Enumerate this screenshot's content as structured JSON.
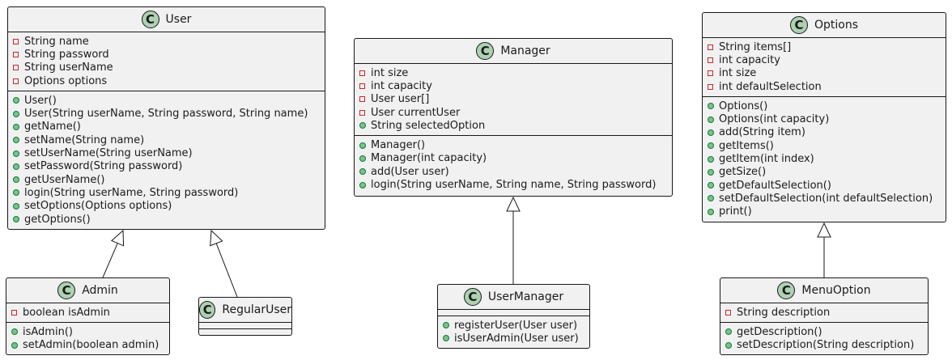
{
  "diagram": {
    "classes": [
      {
        "id": "user",
        "name": "User",
        "fields": [
          {
            "vis": "private",
            "text": "String name"
          },
          {
            "vis": "private",
            "text": "String password"
          },
          {
            "vis": "private",
            "text": "String userName"
          },
          {
            "vis": "private",
            "text": "Options options"
          }
        ],
        "methods": [
          {
            "vis": "public",
            "text": "User()"
          },
          {
            "vis": "public",
            "text": "User(String userName, String password, String name)"
          },
          {
            "vis": "public",
            "text": "getName()"
          },
          {
            "vis": "public",
            "text": "setName(String name)"
          },
          {
            "vis": "public",
            "text": "setUserName(String userName)"
          },
          {
            "vis": "public",
            "text": "setPassword(String password)"
          },
          {
            "vis": "public",
            "text": "getUserName()"
          },
          {
            "vis": "public",
            "text": "login(String userName, String password)"
          },
          {
            "vis": "public",
            "text": "setOptions(Options options)"
          },
          {
            "vis": "public",
            "text": "getOptions()"
          }
        ]
      },
      {
        "id": "manager",
        "name": "Manager",
        "fields": [
          {
            "vis": "private",
            "text": "int size"
          },
          {
            "vis": "private",
            "text": "int capacity"
          },
          {
            "vis": "private",
            "text": "User user[]"
          },
          {
            "vis": "private",
            "text": "User currentUser"
          },
          {
            "vis": "public",
            "text": "String selectedOption"
          }
        ],
        "methods": [
          {
            "vis": "public",
            "text": "Manager()"
          },
          {
            "vis": "public",
            "text": "Manager(int capacity)"
          },
          {
            "vis": "public",
            "text": "add(User user)"
          },
          {
            "vis": "public",
            "text": "login(String userName, String name, String password)"
          }
        ]
      },
      {
        "id": "options",
        "name": "Options",
        "fields": [
          {
            "vis": "private",
            "text": "String items[]"
          },
          {
            "vis": "private",
            "text": "int capacity"
          },
          {
            "vis": "private",
            "text": "int size"
          },
          {
            "vis": "private",
            "text": "int defaultSelection"
          }
        ],
        "methods": [
          {
            "vis": "public",
            "text": "Options()"
          },
          {
            "vis": "public",
            "text": "Options(int capacity)"
          },
          {
            "vis": "public",
            "text": "add(String item)"
          },
          {
            "vis": "public",
            "text": "getItems()"
          },
          {
            "vis": "public",
            "text": "getItem(int index)"
          },
          {
            "vis": "public",
            "text": "getSize()"
          },
          {
            "vis": "public",
            "text": "getDefaultSelection()"
          },
          {
            "vis": "public",
            "text": "setDefaultSelection(int defaultSelection)"
          },
          {
            "vis": "public",
            "text": "print()"
          }
        ]
      },
      {
        "id": "admin",
        "name": "Admin",
        "fields": [
          {
            "vis": "private",
            "text": "boolean isAdmin"
          }
        ],
        "methods": [
          {
            "vis": "public",
            "text": "isAdmin()"
          },
          {
            "vis": "public",
            "text": "setAdmin(boolean admin)"
          }
        ]
      },
      {
        "id": "regularuser",
        "name": "RegularUser",
        "fields": [],
        "methods": []
      },
      {
        "id": "usermanager",
        "name": "UserManager",
        "fields": [],
        "methods": [
          {
            "vis": "public",
            "text": "registerUser(User user)"
          },
          {
            "vis": "public",
            "text": "isUserAdmin(User user)"
          }
        ]
      },
      {
        "id": "menuoption",
        "name": "MenuOption",
        "fields": [
          {
            "vis": "private",
            "text": "String description"
          }
        ],
        "methods": [
          {
            "vis": "public",
            "text": "getDescription()"
          },
          {
            "vis": "public",
            "text": "setDescription(String description)"
          }
        ]
      }
    ],
    "relations": [
      {
        "type": "inheritance",
        "from": "admin",
        "to": "user"
      },
      {
        "type": "inheritance",
        "from": "regularuser",
        "to": "user"
      },
      {
        "type": "inheritance",
        "from": "usermanager",
        "to": "manager"
      },
      {
        "type": "inheritance",
        "from": "menuoption",
        "to": "options"
      }
    ]
  }
}
